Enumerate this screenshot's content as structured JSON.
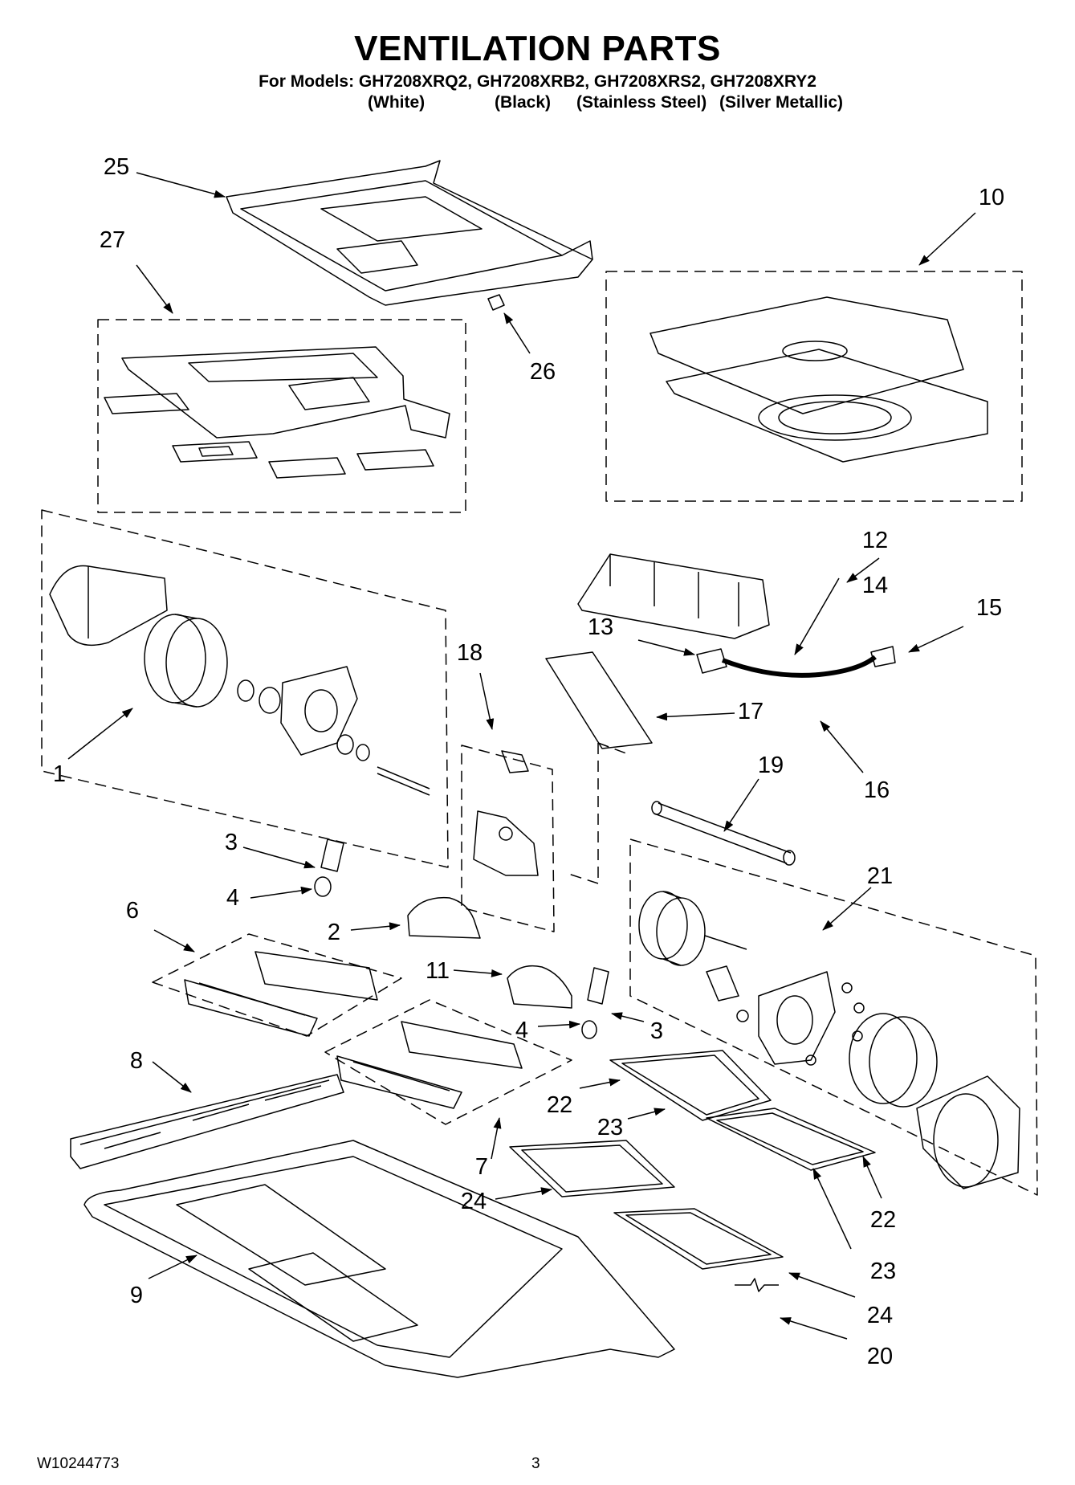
{
  "header": {
    "title": "VENTILATION PARTS",
    "models_line": "For Models: GH7208XRQ2, GH7208XRB2, GH7208XRS2, GH7208XRY2",
    "colors": [
      "(White)",
      "(Black)",
      "(Stainless Steel)",
      "(Silver Metallic)"
    ]
  },
  "callouts": {
    "c1": "1",
    "c2": "2",
    "c3a": "3",
    "c3b": "3",
    "c4a": "4",
    "c4b": "4",
    "c6": "6",
    "c7": "7",
    "c8": "8",
    "c9": "9",
    "c10": "10",
    "c11": "11",
    "c12": "12",
    "c13": "13",
    "c14": "14",
    "c15": "15",
    "c16": "16",
    "c17": "17",
    "c18": "18",
    "c19": "19",
    "c20": "20",
    "c21": "21",
    "c22a": "22",
    "c22b": "22",
    "c23a": "23",
    "c23b": "23",
    "c24a": "24",
    "c24b": "24",
    "c25": "25",
    "c26": "26",
    "c27": "27"
  },
  "footer": {
    "doc_number": "W10244773",
    "page_number": "3"
  }
}
